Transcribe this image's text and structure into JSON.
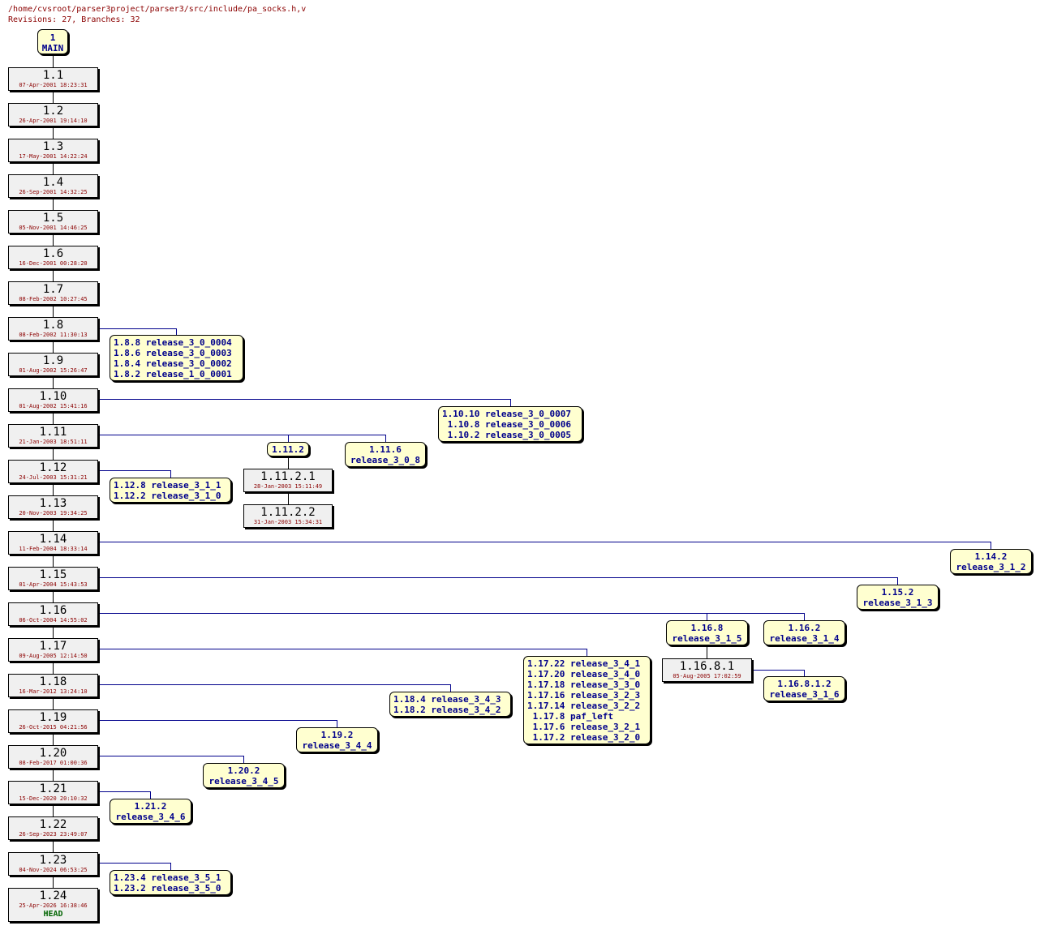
{
  "header": {
    "path": "/home/cvsroot/parser3project/parser3/src/include/pa_socks.h,v",
    "summary": "Revisions: 27, Branches: 32"
  },
  "main_label": {
    "rev": "1",
    "name": "MAIN"
  },
  "colors": {
    "connector": "#00008b",
    "trunk": "#000000",
    "tag_text": "#00008b",
    "date_text": "#8b0000",
    "head_text": "#006400",
    "tag_bg": "#ffffd0",
    "node_bg": "#f0f0f0"
  },
  "revisions": [
    {
      "id": "r11",
      "rev": "1.1",
      "date": "07-Apr-2001 18:23:31"
    },
    {
      "id": "r12",
      "rev": "1.2",
      "date": "26-Apr-2001 19:14:10"
    },
    {
      "id": "r13",
      "rev": "1.3",
      "date": "17-May-2001 14:22:24"
    },
    {
      "id": "r14",
      "rev": "1.4",
      "date": "26-Sep-2001 14:32:25"
    },
    {
      "id": "r15",
      "rev": "1.5",
      "date": "05-Nov-2001 14:46:25"
    },
    {
      "id": "r16",
      "rev": "1.6",
      "date": "16-Dec-2001 00:28:20"
    },
    {
      "id": "r17",
      "rev": "1.7",
      "date": "08-Feb-2002 10:27:45"
    },
    {
      "id": "r18",
      "rev": "1.8",
      "date": "08-Feb-2002 11:30:13"
    },
    {
      "id": "r19",
      "rev": "1.9",
      "date": "01-Aug-2002 15:26:47"
    },
    {
      "id": "r110",
      "rev": "1.10",
      "date": "01-Aug-2002 15:41:16"
    },
    {
      "id": "r111",
      "rev": "1.11",
      "date": "21-Jan-2003 18:51:11"
    },
    {
      "id": "r112",
      "rev": "1.12",
      "date": "24-Jul-2003 15:31:21"
    },
    {
      "id": "r113",
      "rev": "1.13",
      "date": "20-Nov-2003 19:34:25"
    },
    {
      "id": "r114",
      "rev": "1.14",
      "date": "11-Feb-2004 18:33:14"
    },
    {
      "id": "r115",
      "rev": "1.15",
      "date": "01-Apr-2004 15:43:53"
    },
    {
      "id": "r116",
      "rev": "1.16",
      "date": "06-Oct-2004 14:55:02"
    },
    {
      "id": "r117",
      "rev": "1.17",
      "date": "09-Aug-2005 12:14:50"
    },
    {
      "id": "r118",
      "rev": "1.18",
      "date": "16-Mar-2012 13:24:10"
    },
    {
      "id": "r119",
      "rev": "1.19",
      "date": "26-Oct-2015 04:21:56"
    },
    {
      "id": "r120",
      "rev": "1.20",
      "date": "08-Feb-2017 01:00:36"
    },
    {
      "id": "r121",
      "rev": "1.21",
      "date": "15-Dec-2020 20:10:32"
    },
    {
      "id": "r122",
      "rev": "1.22",
      "date": "26-Sep-2023 23:49:07"
    },
    {
      "id": "r123",
      "rev": "1.23",
      "date": "04-Nov-2024 06:53:25"
    },
    {
      "id": "r124",
      "rev": "1.24",
      "date": "25-Apr-2026 16:38:46",
      "head": "HEAD"
    },
    {
      "id": "r1121",
      "rev": "1.11.2.1",
      "date": "28-Jan-2003 15:11:49"
    },
    {
      "id": "r1122",
      "rev": "1.11.2.2",
      "date": "31-Jan-2003 15:34:31"
    },
    {
      "id": "r11681",
      "rev": "1.16.8.1",
      "date": "05-Aug-2005 17:02:59"
    }
  ],
  "tag_boxes": [
    {
      "id": "t18",
      "lines": [
        "1.8.8 release_3_0_0004",
        "1.8.6 release_3_0_0003",
        "1.8.4 release_3_0_0002",
        "1.8.2 release_1_0_0001"
      ]
    },
    {
      "id": "t110",
      "lines": [
        "1.10.10 release_3_0_0007",
        " 1.10.8 release_3_0_0006",
        " 1.10.2 release_3_0_0005"
      ]
    },
    {
      "id": "t1112",
      "lines": [
        "1.11.2"
      ]
    },
    {
      "id": "t1116",
      "lines": [
        "1.11.6",
        "release_3_0_8"
      ]
    },
    {
      "id": "t112",
      "lines": [
        "1.12.8 release_3_1_1",
        "1.12.2 release_3_1_0"
      ]
    },
    {
      "id": "t114",
      "lines": [
        "1.14.2",
        "release_3_1_2"
      ]
    },
    {
      "id": "t115",
      "lines": [
        "1.15.2",
        "release_3_1_3"
      ]
    },
    {
      "id": "t1168",
      "lines": [
        "1.16.8",
        "release_3_1_5"
      ]
    },
    {
      "id": "t1162",
      "lines": [
        "1.16.2",
        "release_3_1_4"
      ]
    },
    {
      "id": "t117",
      "lines": [
        "1.17.22 release_3_4_1",
        "1.17.20 release_3_4_0",
        "1.17.18 release_3_3_0",
        "1.17.16 release_3_2_3",
        "1.17.14 release_3_2_2",
        " 1.17.8 paf_left",
        " 1.17.6 release_3_2_1",
        " 1.17.2 release_3_2_0"
      ]
    },
    {
      "id": "t11681",
      "lines": [
        "1.16.8.1.2",
        "release_3_1_6"
      ]
    },
    {
      "id": "t118",
      "lines": [
        "1.18.4 release_3_4_3",
        "1.18.2 release_3_4_2"
      ]
    },
    {
      "id": "t119",
      "lines": [
        "1.19.2",
        "release_3_4_4"
      ]
    },
    {
      "id": "t120",
      "lines": [
        "1.20.2",
        "release_3_4_5"
      ]
    },
    {
      "id": "t121",
      "lines": [
        "1.21.2",
        "release_3_4_6"
      ]
    },
    {
      "id": "t123",
      "lines": [
        "1.23.4 release_3_5_1",
        "1.23.2 release_3_5_0"
      ]
    }
  ]
}
